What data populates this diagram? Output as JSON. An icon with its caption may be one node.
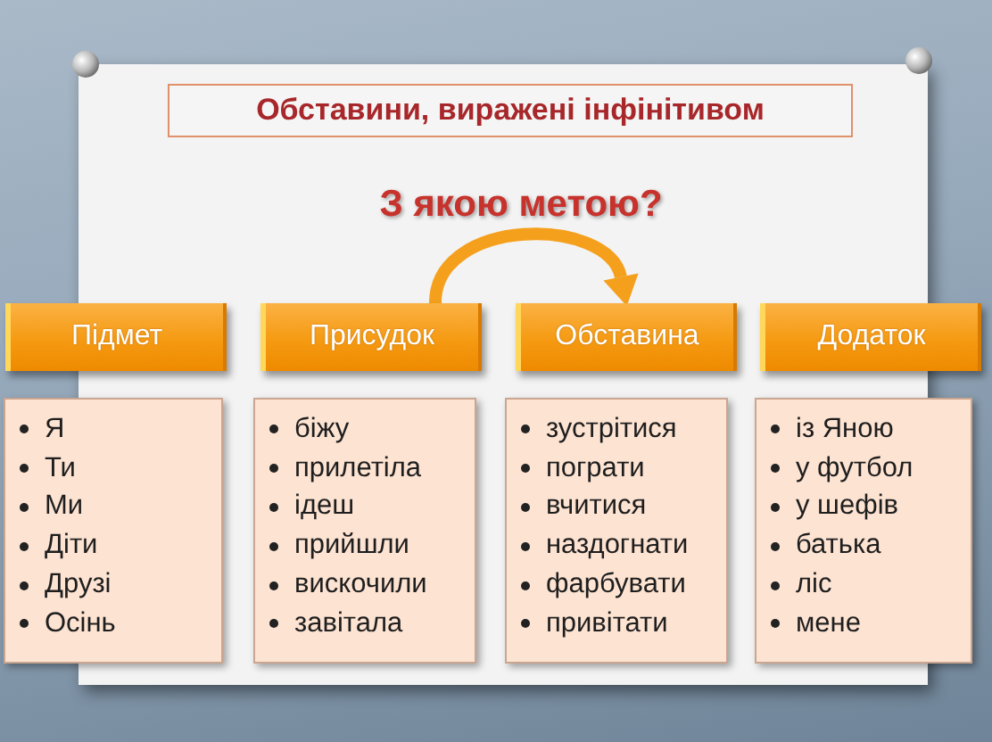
{
  "diagram": {
    "title": "Обставини, виражені інфінітивом",
    "nodes": [
      {
        "text": [
          "Підмет"
        ]
      },
      {
        "text": [
          "Присудок"
        ]
      },
      {
        "text": [
          "Обставина"
        ]
      },
      {
        "text": [
          "Додаток"
        ]
      },
      {
        "text": [
          "Я",
          "Ти",
          "Ми",
          "Діти",
          "Друзі",
          "Осінь"
        ]
      },
      {
        "text": [
          "біжу",
          "прилетіла",
          "ідеш",
          "прийшли",
          "вискочили",
          "завітала"
        ]
      },
      {
        "text": [
          "зустрітися",
          "пограти",
          "вчитися",
          "наздогнати",
          "фарбувати",
          "привітати"
        ]
      },
      {
        "text": [
          "із Яною",
          "у футбол",
          "у шефів",
          "батька",
          "ліс",
          "мене"
        ]
      }
    ],
    "edges": [
      {
        "from": 1,
        "to": 2,
        "arrow": "to"
      }
    ],
    "labels": [
      "З якою метою?"
    ]
  }
}
